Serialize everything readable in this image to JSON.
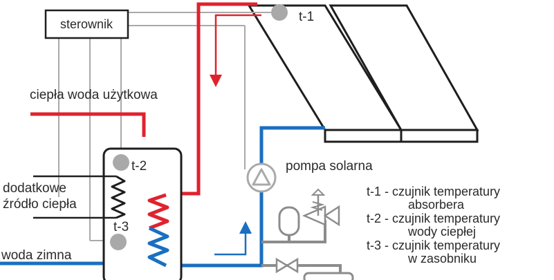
{
  "controller": {
    "label": "sterownik"
  },
  "sensors": {
    "t1": "t-1",
    "t2": "t-2",
    "t3": "t-3"
  },
  "labels": {
    "hot_water": "ciepła woda użytkowa",
    "extra_heat_line1": "dodatkowe",
    "extra_heat_line2": "źródło ciepła",
    "cold_water": "woda zimna",
    "solar_pump": "pompa solarna"
  },
  "legend": [
    {
      "line1": "t-1 - czujnik temperatury",
      "line2": "absorbera"
    },
    {
      "line1": "t-2 - czujnik temperatury",
      "line2": "wody ciepłej"
    },
    {
      "line1": "t-3 - czujnik temperatury",
      "line2": "w zasobniku"
    }
  ],
  "colors": {
    "hot": "#e0222e",
    "cold": "#1a6fc0",
    "wire": "#a9a9a9",
    "outline": "#1e1e1e"
  }
}
